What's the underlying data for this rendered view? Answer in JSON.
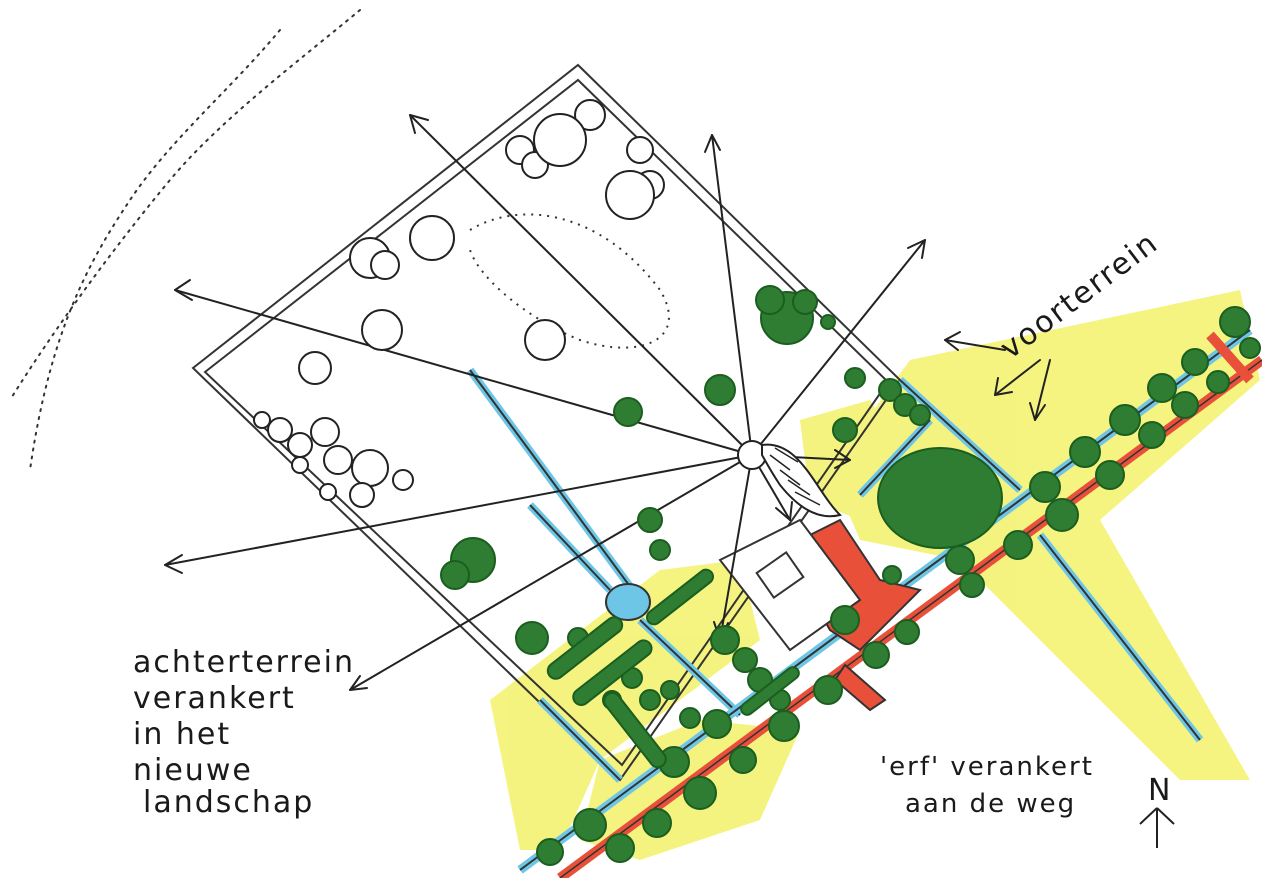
{
  "labels": {
    "voorterrein": "voorterrein",
    "achter_line1": "achterterrein",
    "achter_line2": "verankert",
    "achter_line3": "in het",
    "achter_line4": "nieuwe",
    "achter_line5": "landschap",
    "erf_line1": "'erf' verankert",
    "erf_line2": "aan de weg",
    "north": "N"
  },
  "colors": {
    "ink": "#1a1a1a",
    "tree_green": "#2e7d32",
    "tree_dark": "#1b5e20",
    "water_blue": "#6ec6e6",
    "road_red": "#e8503a",
    "highlight_yellow": "#f3f26a"
  }
}
